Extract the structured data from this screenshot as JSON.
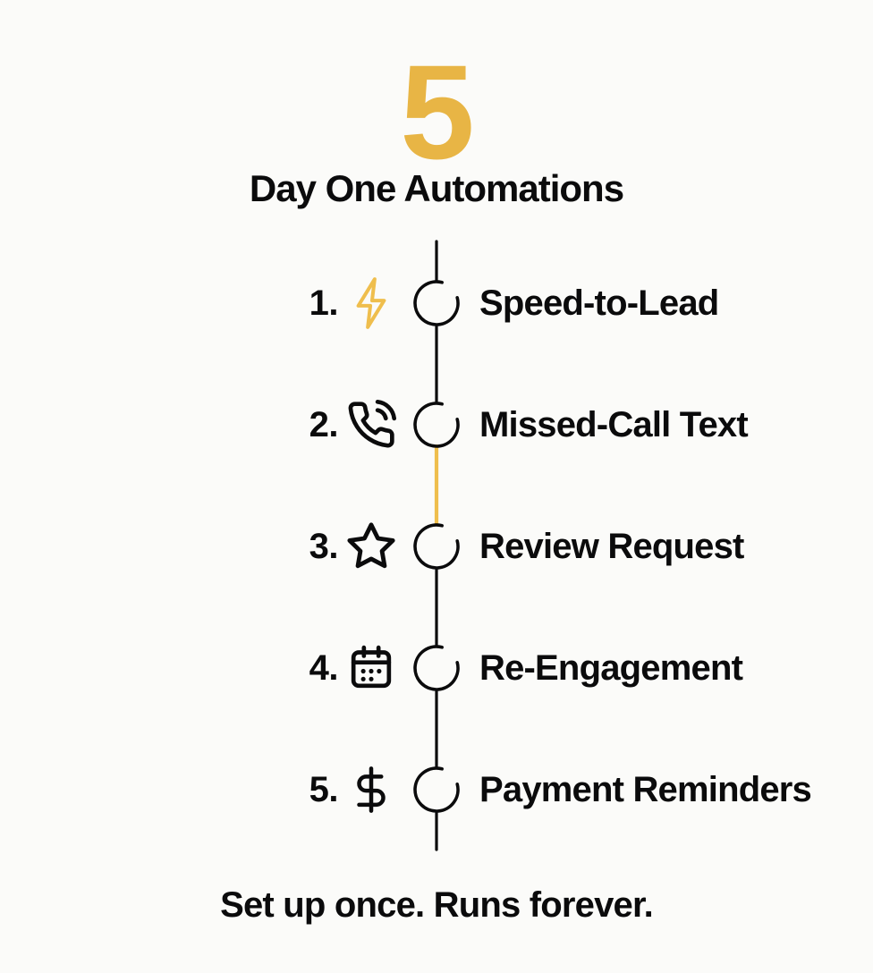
{
  "colors": {
    "accent_gold": "#E8B545",
    "accent_gold_light": "#EFBE4D",
    "ink": "#0B0B0C",
    "background": "#FBFBF9"
  },
  "header": {
    "big_number": "5",
    "title": "Day One Automations"
  },
  "timeline": {
    "items": [
      {
        "number": "1.",
        "icon": "lightning-bolt-icon",
        "label": "Speed-to-Lead"
      },
      {
        "number": "2.",
        "icon": "phone-call-icon",
        "label": "Missed-Call Text"
      },
      {
        "number": "3.",
        "icon": "star-icon",
        "label": "Review Request"
      },
      {
        "number": "4.",
        "icon": "calendar-icon",
        "label": "Re-Engagement"
      },
      {
        "number": "5.",
        "icon": "dollar-sign-icon",
        "label": "Payment Reminders"
      }
    ],
    "highlighted_segment": "between item 2 and item 3"
  },
  "footer": {
    "caption": "Set up once. Runs forever."
  }
}
